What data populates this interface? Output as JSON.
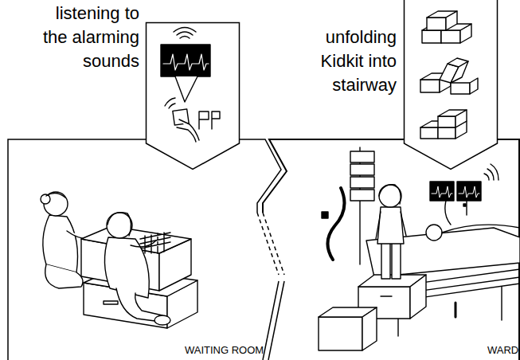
{
  "diagram": {
    "nodes": [
      {
        "text": [
          "listening to the alarming sounds"
        ]
      },
      {
        "text": [
          "unfolding Kidkit into stairway"
        ]
      },
      {
        "text": [
          "WAITING ROOM"
        ]
      },
      {
        "text": [
          "WARD"
        ]
      }
    ]
  }
}
